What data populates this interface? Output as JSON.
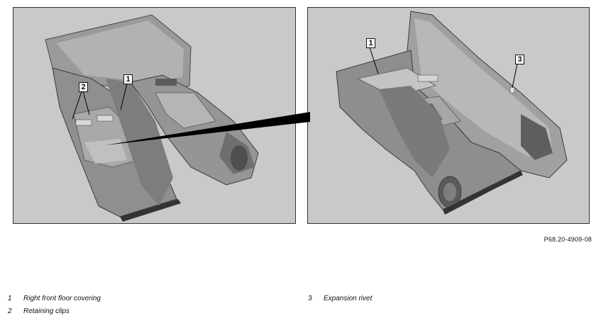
{
  "figure": {
    "code": "P68.20-4909-08"
  },
  "callouts": {
    "left": [
      {
        "label": "2"
      },
      {
        "label": "1"
      }
    ],
    "right": [
      {
        "label": "1"
      },
      {
        "label": "3"
      }
    ]
  },
  "legend": [
    {
      "number": "1",
      "text": "Right front floor covering"
    },
    {
      "number": "2",
      "text": "Retaining clips"
    },
    {
      "number": "3",
      "text": "Expansion rivet"
    }
  ],
  "colors": {
    "panel_background": "#c9c9c9",
    "part_fill": "#9b9b9b",
    "part_shadow": "#5a5a5a",
    "part_highlight": "#d6d6d6"
  }
}
